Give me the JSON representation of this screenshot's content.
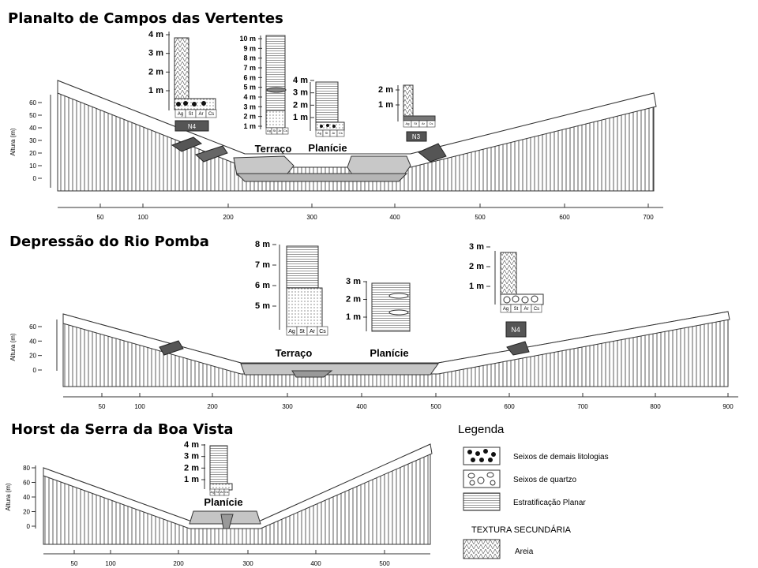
{
  "panels": [
    {
      "id": "p1",
      "title": "Planalto de Campos das Vertentes",
      "y_axis_label": "Altura (m)",
      "y_ticks": [
        "60",
        "50",
        "40",
        "30",
        "20",
        "10",
        "0"
      ],
      "x_ticks": [
        "50",
        "100",
        "200",
        "300",
        "400",
        "500",
        "600",
        "700"
      ],
      "sections": [
        {
          "id": "n4",
          "badge": "N4",
          "grain_labels": [
            "Ag",
            "St",
            "Ar",
            "Cs"
          ],
          "height_labels": [
            "4 m",
            "3 m",
            "2 m",
            "1 m"
          ]
        },
        {
          "id": "terraco",
          "caption": "Terraço",
          "grain_labels": [
            "Ag",
            "St",
            "Ar",
            "Cs"
          ],
          "height_labels": [
            "10 m",
            "9 m",
            "8 m",
            "7 m",
            "6 m",
            "5 m",
            "4 m",
            "3 m",
            "2 m",
            "1 m"
          ]
        },
        {
          "id": "planicie",
          "caption": "Planície",
          "grain_labels": [
            "Ag",
            "St",
            "Ar",
            "Cs"
          ],
          "height_labels": [
            "4 m",
            "3 m",
            "2 m",
            "1 m"
          ]
        },
        {
          "id": "n3",
          "badge": "N3",
          "grain_labels": [
            "Ag",
            "St",
            "Ar",
            "Cs"
          ],
          "height_labels": [
            "2 m",
            "1 m"
          ]
        }
      ]
    },
    {
      "id": "p2",
      "title": "Depressão do Rio Pomba",
      "y_axis_label": "Altura (m)",
      "y_ticks": [
        "60",
        "40",
        "20",
        "0"
      ],
      "x_ticks": [
        "50",
        "100",
        "200",
        "300",
        "400",
        "500",
        "600",
        "700",
        "800",
        "900"
      ],
      "sections": [
        {
          "id": "terraco",
          "caption": "Terraço",
          "grain_labels": [
            "Ag",
            "St",
            "Ar",
            "Cs"
          ],
          "height_labels": [
            "8 m",
            "7 m",
            "6 m",
            "5 m"
          ]
        },
        {
          "id": "planicie",
          "caption": "Planície",
          "height_labels": [
            "3 m",
            "2 m",
            "1 m"
          ]
        },
        {
          "id": "n4",
          "badge": "N4",
          "grain_labels": [
            "Ag",
            "St",
            "Ar",
            "Cs"
          ],
          "height_labels": [
            "3 m",
            "2 m",
            "1 m"
          ]
        }
      ]
    },
    {
      "id": "p3",
      "title": "Horst da Serra da Boa Vista",
      "y_axis_label": "Altura (m)",
      "y_ticks": [
        "80",
        "60",
        "40",
        "20",
        "0"
      ],
      "x_ticks": [
        "50",
        "100",
        "200",
        "300",
        "400",
        "500"
      ],
      "sections": [
        {
          "id": "planicie",
          "caption": "Planície",
          "grain_labels": [
            "Ag",
            "St",
            "Ar",
            "Cs"
          ],
          "height_labels": [
            "4 m",
            "3 m",
            "2 m",
            "1 m"
          ]
        }
      ]
    }
  ],
  "legend": {
    "title": "Legenda",
    "items": [
      {
        "label": "Seixos de demais litologias"
      },
      {
        "label": "Seixos de quartzo"
      },
      {
        "label": "Estratificação Planar"
      }
    ],
    "secondary_title": "TEXTURA SECUNDÁRIA",
    "secondary_items": [
      {
        "label": "Areia"
      }
    ]
  }
}
